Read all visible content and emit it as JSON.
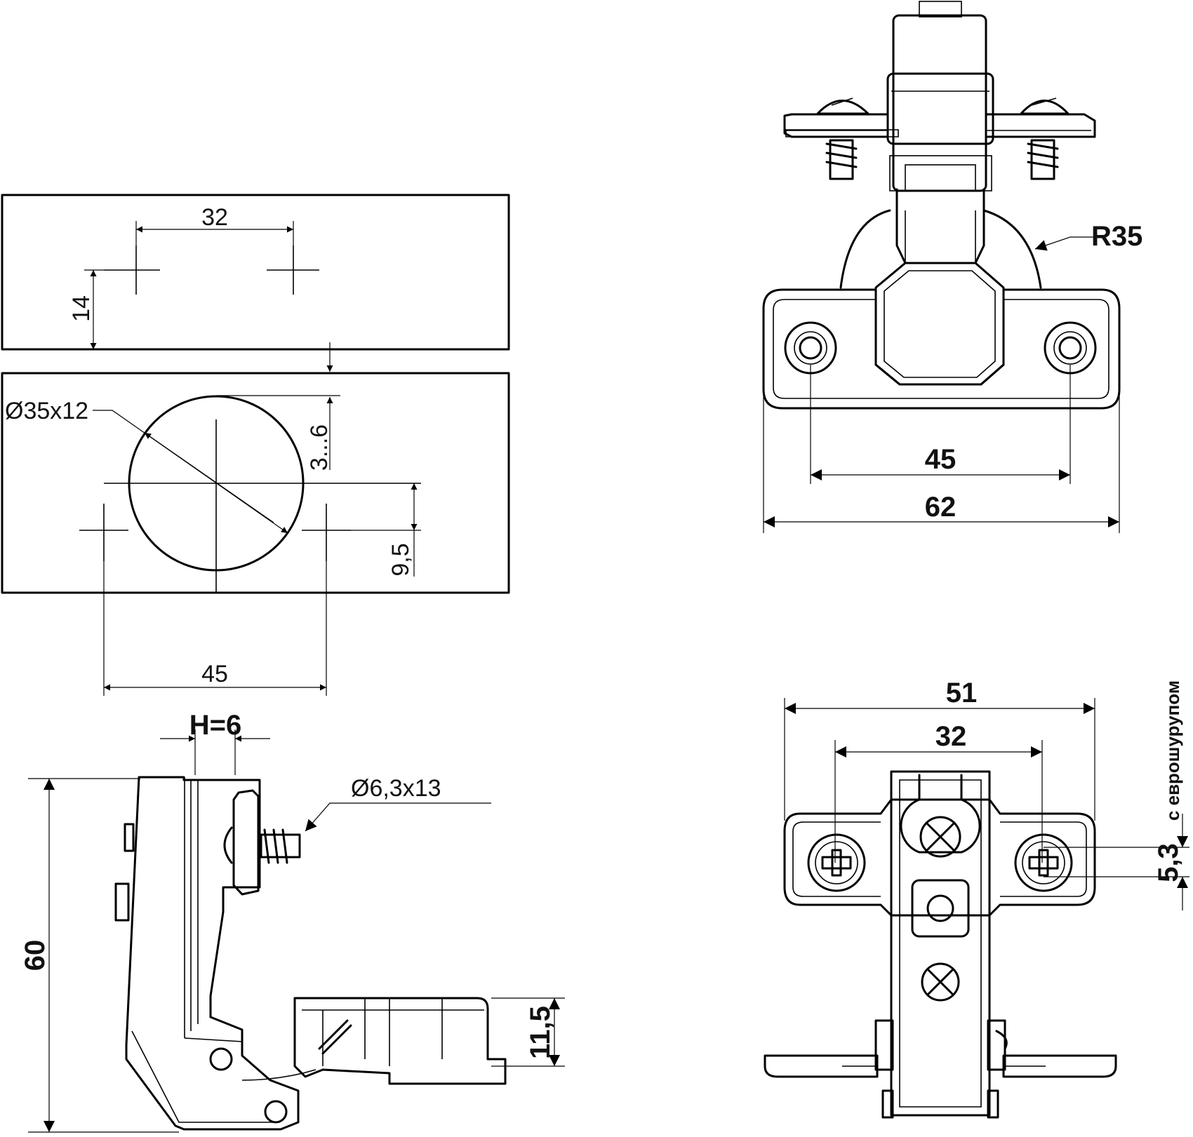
{
  "hole_pattern": {
    "dim_top_32": "32",
    "dim_14": "14",
    "dim_cup": "Ø35x12",
    "dim_3_6": "3...6",
    "dim_9_5": "9,5",
    "dim_45": "45"
  },
  "top_view": {
    "dim_r35": "R35",
    "dim_45": "45",
    "dim_62": "62"
  },
  "side_view": {
    "dim_h": "H=6",
    "dim_screw": "Ø6,3x13",
    "dim_60": "60",
    "dim_11_5": "11,5"
  },
  "mounting_plate": {
    "dim_51": "51",
    "dim_32": "32",
    "dim_5_3": "5,3",
    "note": "с еврошурупом"
  }
}
